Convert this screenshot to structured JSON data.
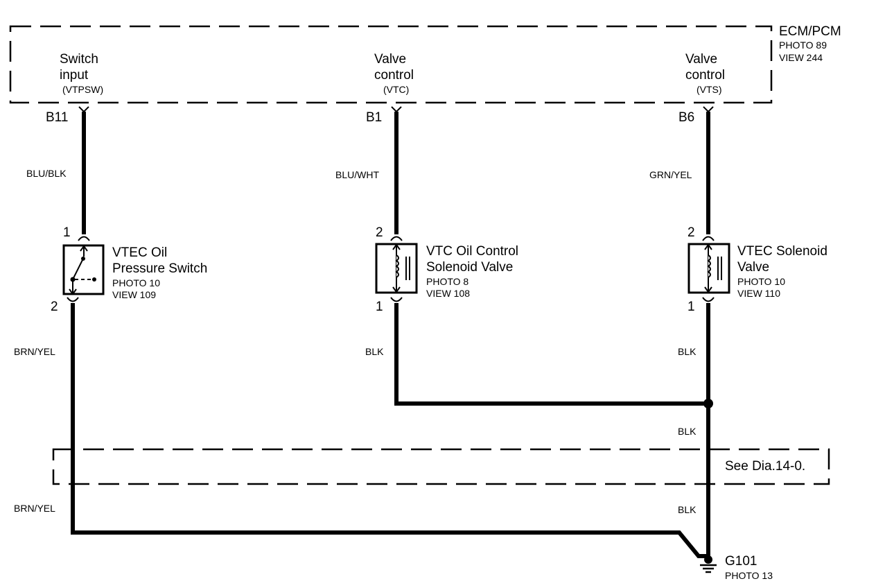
{
  "ecm": {
    "name": "ECM/PCM",
    "photo": "PHOTO 89",
    "view": "VIEW 244",
    "terminals": [
      {
        "line1": "Switch",
        "line2": "input",
        "code": "(VTPSW)",
        "pin": "B11",
        "wire": "BLU/BLK"
      },
      {
        "line1": "Valve",
        "line2": "control",
        "code": "(VTC)",
        "pin": "B1",
        "wire": "BLU/WHT"
      },
      {
        "line1": "Valve",
        "line2": "control",
        "code": "(VTS)",
        "pin": "B6",
        "wire": "GRN/YEL"
      }
    ]
  },
  "components": [
    {
      "line1": "VTEC Oil",
      "line2": "Pressure Switch",
      "photo": "PHOTO 10",
      "view": "VIEW 109",
      "pin_top": "1",
      "pin_bottom": "2"
    },
    {
      "line1": "VTC Oil Control",
      "line2": "Solenoid Valve",
      "photo": "PHOTO 8",
      "view": "VIEW 108",
      "pin_top": "2",
      "pin_bottom": "1"
    },
    {
      "line1": "VTEC Solenoid",
      "line2": "Valve",
      "photo": "PHOTO 10",
      "view": "VIEW 110",
      "pin_top": "2",
      "pin_bottom": "1"
    }
  ],
  "lower_wires": {
    "left_upper": "BRN/YEL",
    "left_lower": "BRN/YEL",
    "middle": "BLK",
    "right_upper": "BLK",
    "right_mid": "BLK",
    "right_lower": "BLK"
  },
  "reference": {
    "text": "See Dia.14-0."
  },
  "ground": {
    "name": "G101",
    "photo": "PHOTO 13"
  }
}
